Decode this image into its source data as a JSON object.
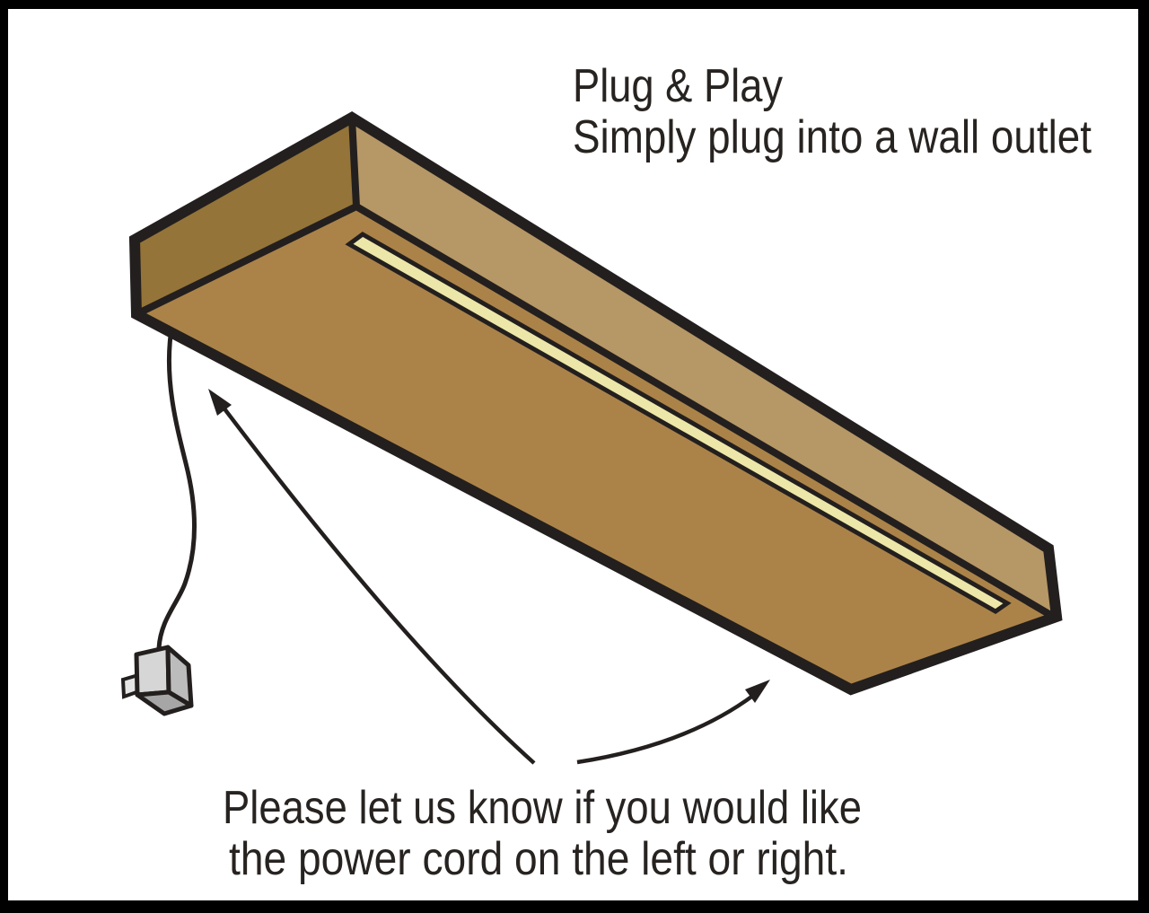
{
  "frame": {
    "background": "#ffffff",
    "border_color": "#000000"
  },
  "notes": {
    "text_color": "#272321",
    "top": {
      "line1": "Plug & Play",
      "line2": "Simply plug into a wall outlet"
    },
    "bottom": {
      "line1": "Please let us know if you would like",
      "line2": "the power cord on the left or right."
    }
  },
  "shelf": {
    "outline_color": "#231f1e",
    "left_end_face_color": "#947439",
    "back_face_color": "#b69766",
    "bottom_face_color": "#ab8349",
    "light_strip_color": "#ece7a8"
  },
  "plug": {
    "cord_color": "#231f1e",
    "front_face_color": "#d6d6d6",
    "side_face_color": "#bcbcbc",
    "bottom_face_color": "#a6a6a6",
    "prong_color": "#e5e5e5"
  },
  "arrows": {
    "color": "#231f1e"
  }
}
